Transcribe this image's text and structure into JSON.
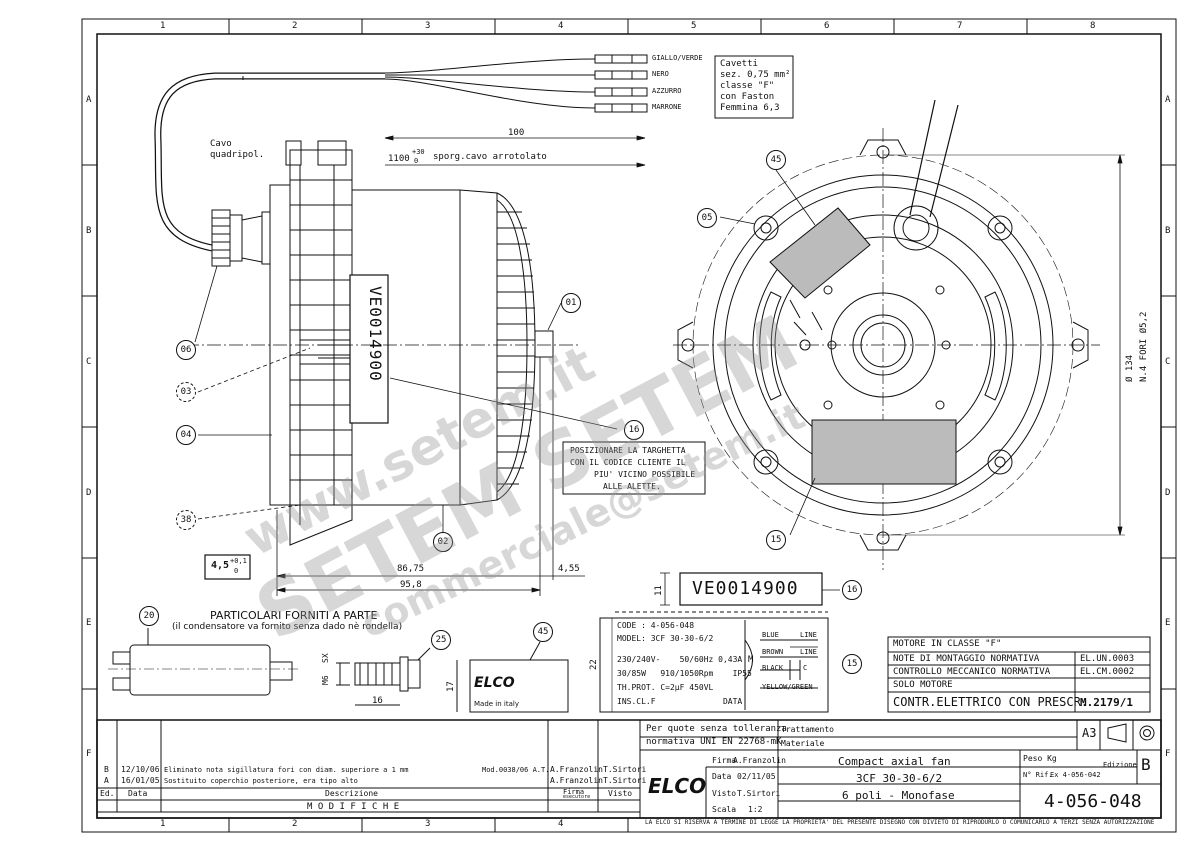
{
  "border": {
    "cols": [
      "1",
      "2",
      "3",
      "4",
      "5",
      "6",
      "7",
      "8"
    ],
    "rows": [
      "A",
      "B",
      "C",
      "D",
      "E",
      "F"
    ]
  },
  "wires": {
    "labels": [
      "GIALLO/VERDE",
      "NERO",
      "AZZURRO",
      "MARRONE"
    ],
    "note": [
      "Cavetti",
      "sez. 0,75 mm²",
      "classe \"F\"",
      "con Faston",
      "Femmina 6,3"
    ]
  },
  "dims": {
    "cable_len": "100",
    "cable_total": "1100",
    "cable_tol": "+30",
    "cable_tol0": "0",
    "cable_note": "sporg.cavo arrotolato",
    "cable_label": [
      "Cavo",
      "quadripol."
    ],
    "d1": "86,75",
    "d2": "95,8",
    "d3": "4,55",
    "box_val": "4,5",
    "box_tol_top": "+0,1",
    "box_tol_bot": "0",
    "diam": "Ø 134",
    "holes": "N.4 FORI Ø5,2",
    "lbl_height": "11",
    "plate_h": "22",
    "sx": "SX",
    "m6": "M6",
    "screw_len": "16",
    "logo_h": "17"
  },
  "callouts": [
    "01",
    "02",
    "03",
    "04",
    "05",
    "06",
    "15",
    "16",
    "38",
    "45",
    "20",
    "25",
    "45",
    "16",
    "15"
  ],
  "side_code": "VE0014900",
  "target_note": [
    "POSIZIONARE LA TARGHETTA",
    "CON IL CODICE CLIENTE IL",
    "PIU' VICINO POSSIBILE",
    "ALLE ALETTE."
  ],
  "code_label": "VE0014900",
  "particolari": {
    "title": "PARTICOLARI FORNITI A PARTE",
    "subtitle": "(il condensatore va fornito senza dado nè rondella)"
  },
  "logo_small": {
    "brand": "ELCO",
    "made": "Made in italy"
  },
  "nameplate": {
    "lines": [
      "CODE : 4-056-048",
      "MODEL: 3CF 30-30-6/2",
      "230/240V-    50/60Hz 0,43A",
      "30/85W   910/1050Rpm    IP55",
      "TH.PROT. C=2µF 450VL",
      "INS.CL.F              DATA"
    ],
    "wires": [
      "BLUE",
      "LINE",
      "BROWN",
      "LINE",
      "BLACK",
      "C",
      "YELLOW/GREEN"
    ],
    "m": "M"
  },
  "specs": [
    [
      "MOTORE IN CLASSE \"F\"",
      ""
    ],
    [
      "NOTE DI MONTAGGIO NORMATIVA",
      "EL.UN.0003"
    ],
    [
      "CONTROLLO MECCANICO NORMATIVA",
      "EL.CM.0002"
    ],
    [
      "SOLO MOTORE",
      ""
    ],
    [
      "CONTR.ELETTRICO CON PRESCR.",
      "M.2179/1"
    ]
  ],
  "revisions": [
    {
      "ed": "B",
      "date": "12/10/06",
      "desc": "Eliminato nota sigillatura fori con diam. superiore a 1 mm",
      "mod": "Mod.0038/06 A.T.",
      "firm": "A.Franzolin",
      "visto": "T.Sirtori"
    },
    {
      "ed": "A",
      "date": "16/01/05",
      "desc": "Sostituito coperchio posteriore, era tipo alto",
      "mod": "",
      "firm": "A.Franzolin",
      "visto": "T.Sirtori"
    }
  ],
  "rev_head": {
    "ed": "Ed.",
    "data": "Data",
    "desc": "Descrizione",
    "firma": "Firma",
    "esecutore": "esecutore",
    "visto": "Visto",
    "modifiche": "M O D I F I C H E"
  },
  "title_block": {
    "tol_note": [
      "Per quote senza tolleranza",
      "normativa UNI EN 22768-mK"
    ],
    "trattamento": "Trattamento",
    "materiale": "Materiale",
    "format": "A3",
    "title1": "Compact axial fan",
    "title2": "3CF 30-30-6/2",
    "title3": "6 poli - Monofase",
    "firma": "Firma",
    "firma_val": "A.Franzolin",
    "data": "Data",
    "data_val": "02/11/05",
    "visto": "Visto",
    "visto_val": "T.Sirtori",
    "scala": "Scala",
    "scala_val": "1:2",
    "peso": "Peso Kg",
    "nrif": "N° Rif.",
    "nrif_val": "Ex 4-056-042",
    "edizione": "Edizione",
    "edizione_val": "B",
    "drawing_no": "4-056-048",
    "brand": "ELCO",
    "legal": "LA ELCO SI RISERVA A TERMINE DI LEGGE LA PROPRIETA' DEL PRESENTE DISEGNO CON DIVIETO DI RIPRODURLO O COMUNICARLO A TERZI SENZA AUTORIZZAZIONE"
  },
  "watermark": [
    "www.setem.it",
    "SETEM SETEM",
    "commerciale@setem.it"
  ]
}
